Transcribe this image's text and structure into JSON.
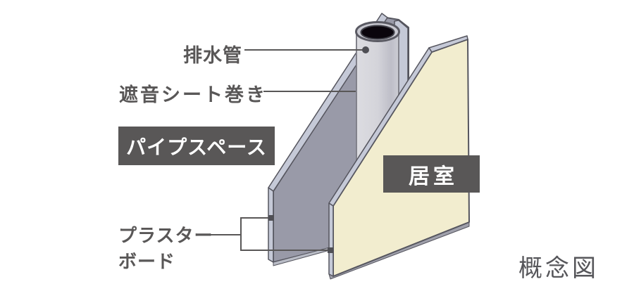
{
  "diagram": {
    "type": "architectural-concept-diagram",
    "caption": "概念図",
    "labels": {
      "drain_pipe": "排水管",
      "sound_insulation_sheet": "遮音シート巻き",
      "pipe_space": "パイプスペース",
      "living_room": "居室",
      "plaster_board_line1": "プラスター",
      "plaster_board_line2": "ボード"
    },
    "callouts": [
      {
        "label": "排水管",
        "points_to": "pipe-body"
      },
      {
        "label": "遮音シート巻き",
        "points_to": "pipe-left-edge"
      },
      {
        "label": "プラスターボード",
        "points_to": "both-wall-panels"
      }
    ],
    "colors": {
      "label_text": "#595757",
      "tag_box_background": "#595757",
      "tag_box_text": "#ffffff",
      "back_panel_face": "#999aa8",
      "panel_edge_strip": "#c5c9d7",
      "panel_outline": "#55555e",
      "front_panel_face": "#f2edcf",
      "pipe_body": "#d4d4da",
      "pipe_opening": "#0a050c",
      "caption_text": "#56565a",
      "background": "#ffffff"
    }
  }
}
